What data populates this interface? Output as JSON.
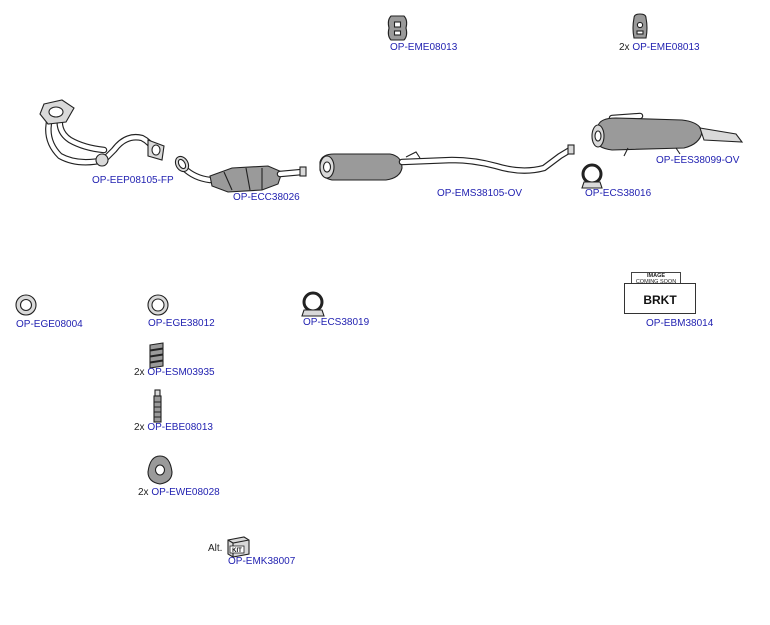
{
  "parts": [
    {
      "id": "gasket-top-1",
      "code": "OP-EME08013",
      "qty": "",
      "icon": "rubber-hanger"
    },
    {
      "id": "gasket-top-2",
      "code": "OP-EME08013",
      "qty": "2x",
      "icon": "rubber-hanger"
    },
    {
      "id": "front-pipe",
      "code": "OP-EEP08105-FP",
      "qty": "",
      "icon": "front-pipe"
    },
    {
      "id": "catalytic",
      "code": "OP-ECC38026",
      "qty": "",
      "icon": "catalytic-converter"
    },
    {
      "id": "middle-silencer",
      "code": "OP-EMS38105-OV",
      "qty": "",
      "icon": "middle-silencer"
    },
    {
      "id": "rear-silencer",
      "code": "OP-EES38099-OV",
      "qty": "",
      "icon": "rear-silencer"
    },
    {
      "id": "clamp-rear",
      "code": "OP-ECS38016",
      "qty": "",
      "icon": "clamp"
    },
    {
      "id": "gasket-1",
      "code": "OP-EGE08004",
      "qty": "",
      "icon": "gasket-ring"
    },
    {
      "id": "gasket-2",
      "code": "OP-EGE38012",
      "qty": "",
      "icon": "gasket-ring"
    },
    {
      "id": "clamp-2",
      "code": "OP-ECS38019",
      "qty": "",
      "icon": "clamp"
    },
    {
      "id": "bracket",
      "code": "OP-EBM38014",
      "qty": "",
      "icon": "bracket-placeholder"
    },
    {
      "id": "spring",
      "code": "OP-ESM03935",
      "qty": "2x",
      "icon": "spring"
    },
    {
      "id": "bolt",
      "code": "OP-EBE08013",
      "qty": "2x",
      "icon": "bolt"
    },
    {
      "id": "rubber",
      "code": "OP-EWE08028",
      "qty": "2x",
      "icon": "rubber-mount"
    },
    {
      "id": "kit",
      "code": "OP-EMK38007",
      "qty": "Alt.",
      "icon": "kit-box"
    }
  ],
  "bracket_placeholder": {
    "image_note_line1": "IMAGE",
    "image_note_line2": "COMING SOON",
    "box_text": "BRKT"
  },
  "kit_badge_text": "KIT",
  "colors": {
    "part_code": "#1f1fb0",
    "outline": "#222222"
  }
}
